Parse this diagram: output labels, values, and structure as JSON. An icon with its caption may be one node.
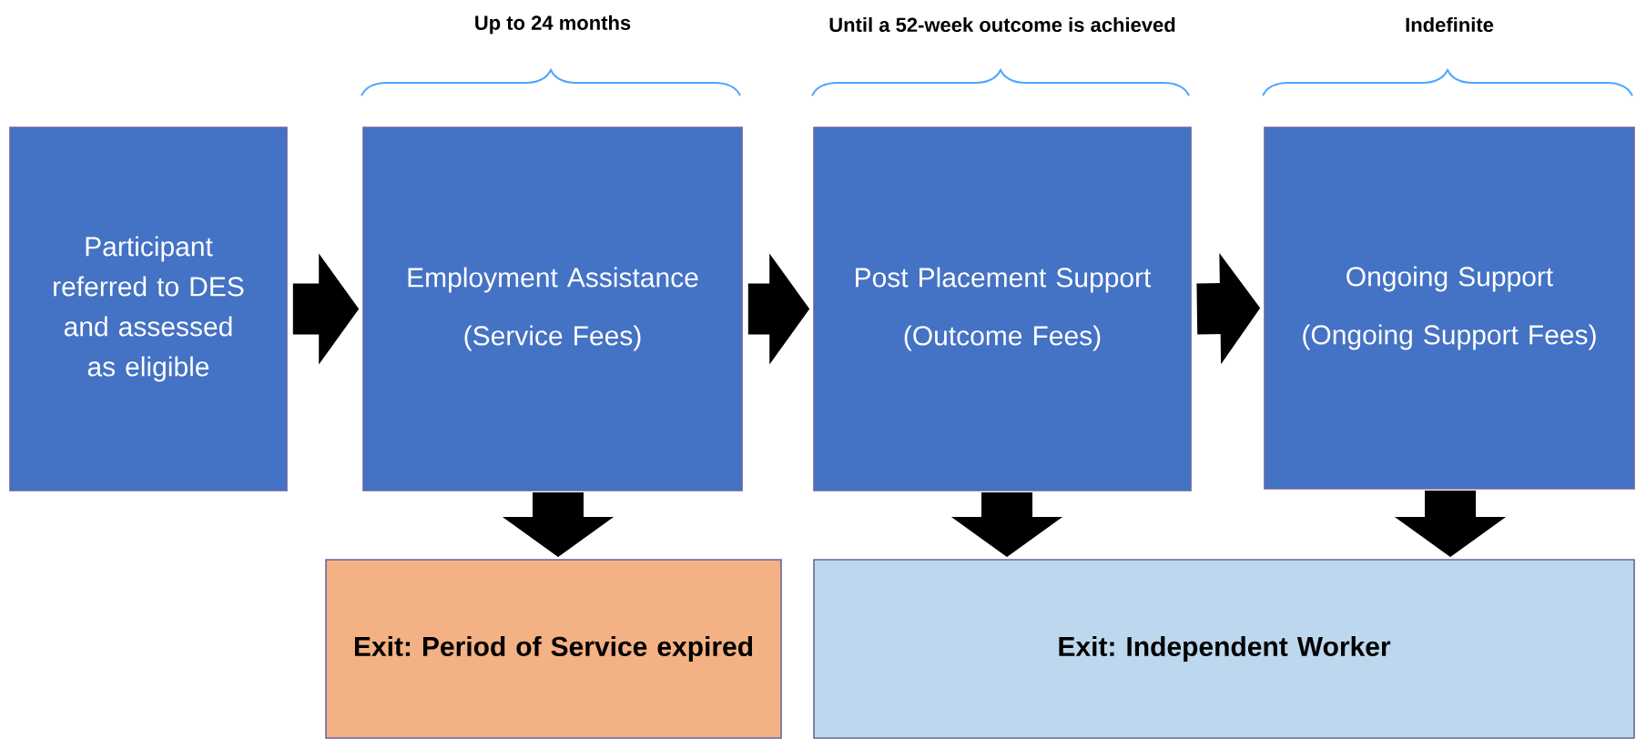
{
  "diagram": {
    "nodes": [
      {
        "text": [
          "Participant referred to DES and assessed as eligible"
        ]
      },
      {
        "text": [
          "Employment Assistance",
          "(Service Fees)"
        ]
      },
      {
        "text": [
          "Post Placement Support",
          "(Outcome Fees)"
        ]
      },
      {
        "text": [
          "Ongoing Support",
          "(Ongoing Support Fees)"
        ]
      },
      {
        "text": [
          "Exit: Period of Service expired"
        ]
      },
      {
        "text": [
          "Exit: Independent Worker"
        ]
      }
    ],
    "edges": [
      {
        "from": 0,
        "to": 1,
        "arrow": "to"
      },
      {
        "from": 1,
        "to": 2,
        "arrow": "to"
      },
      {
        "from": 2,
        "to": 3,
        "arrow": "to"
      },
      {
        "from": 1,
        "to": 4,
        "arrow": "to"
      },
      {
        "from": 2,
        "to": 5,
        "arrow": "to"
      },
      {
        "from": 3,
        "to": 5,
        "arrow": "to"
      }
    ],
    "labels": [
      "Up to 24 months",
      "Until a 52-week outcome is achieved",
      "Indefinite"
    ]
  }
}
